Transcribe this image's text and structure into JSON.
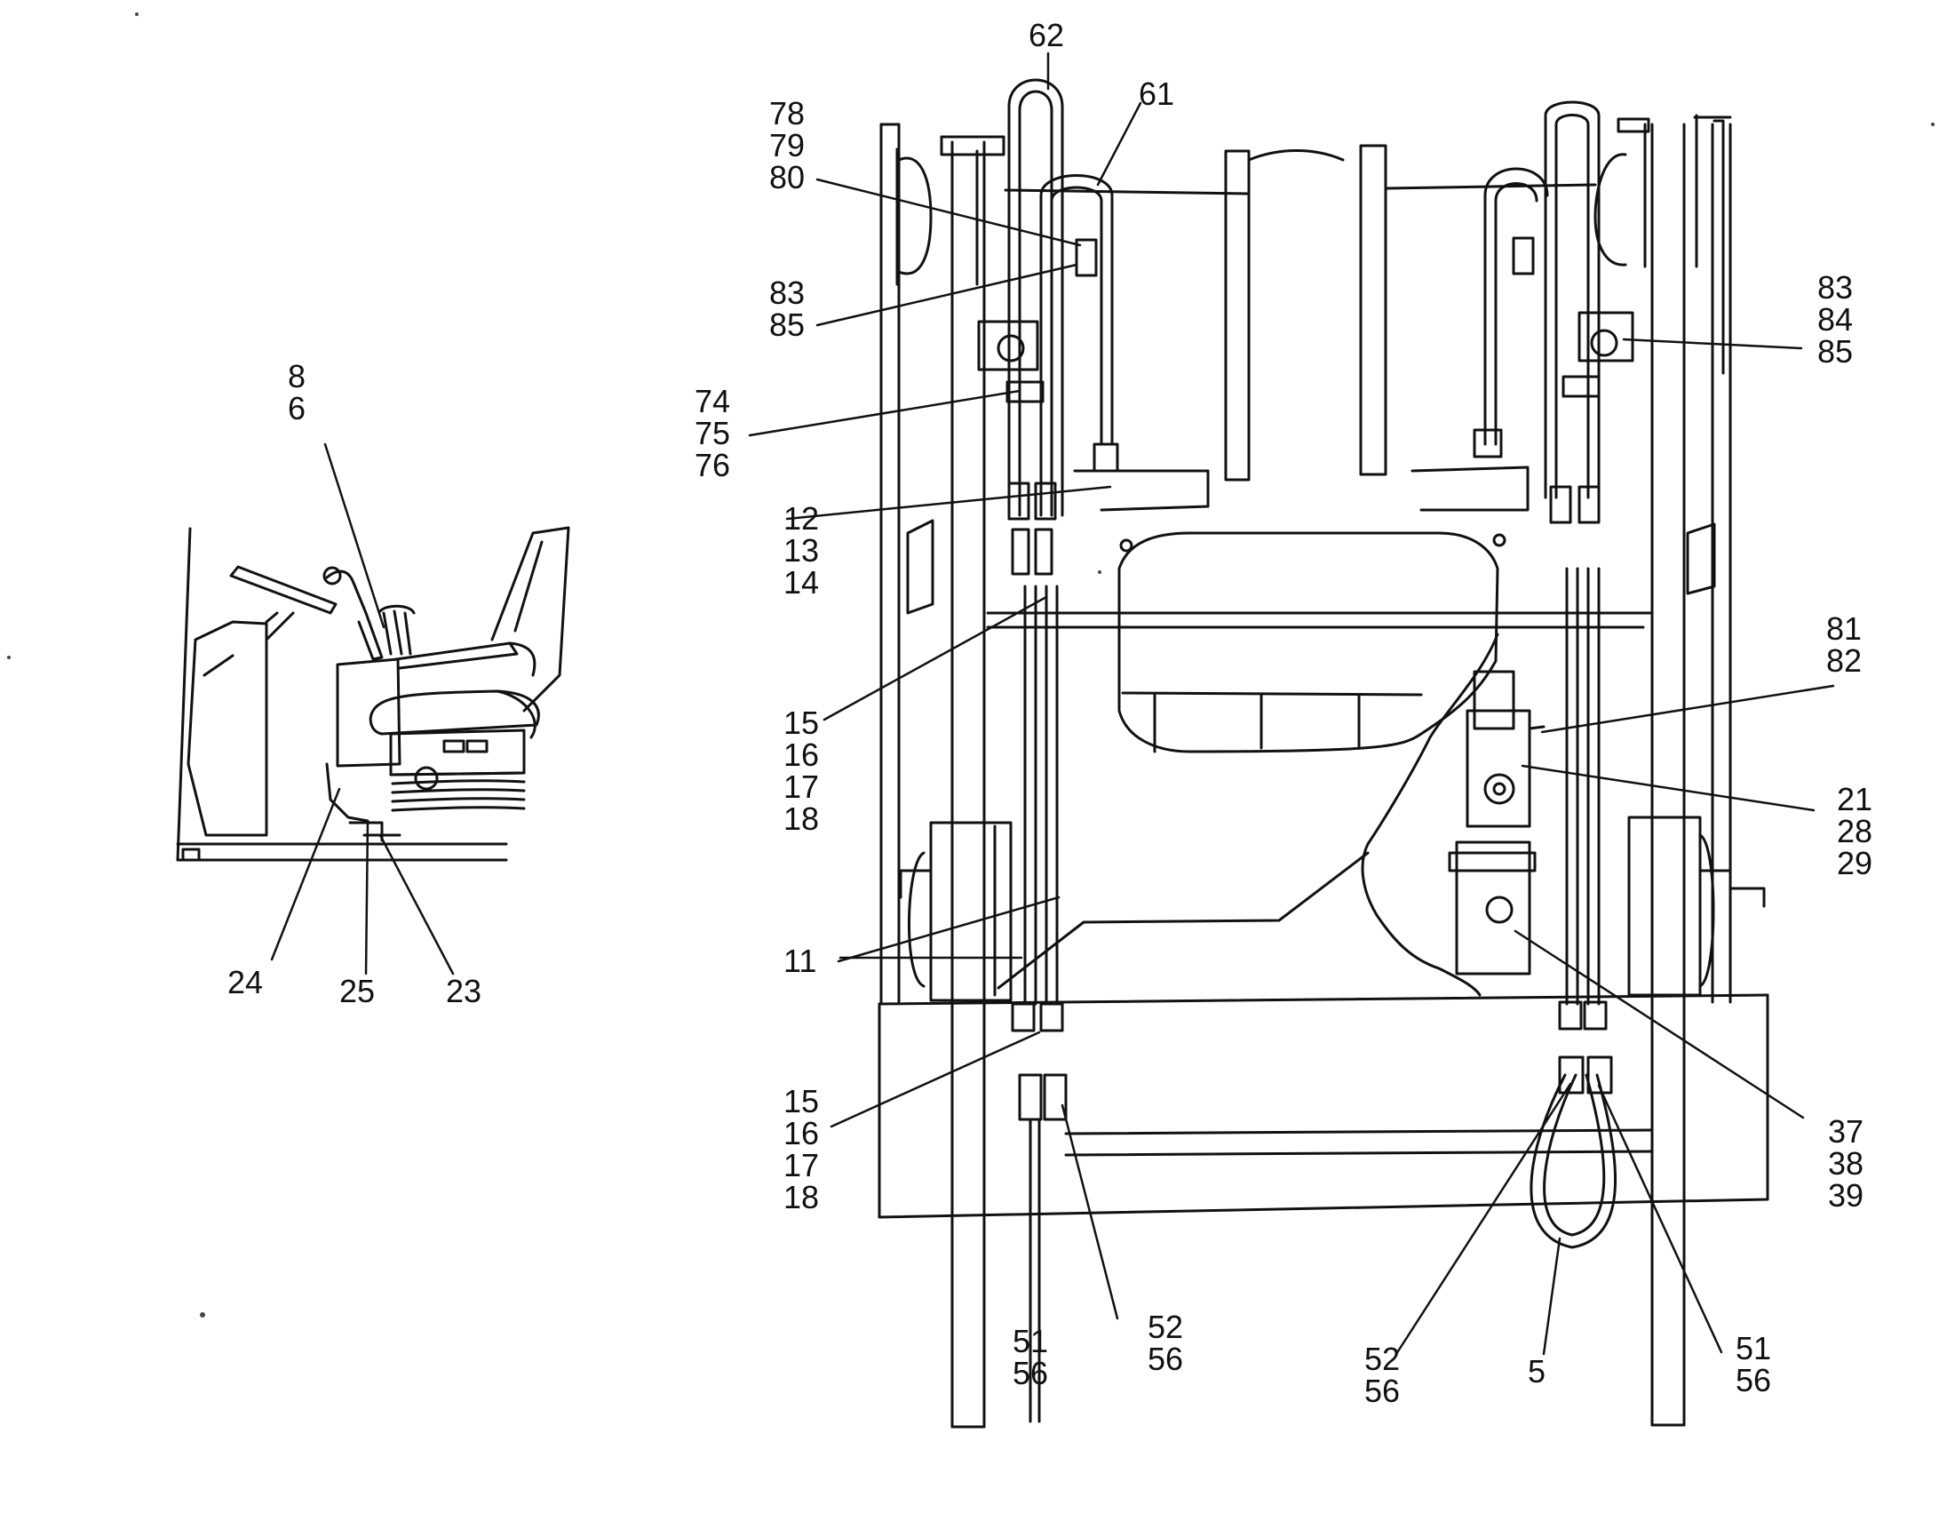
{
  "diagram": {
    "line_color": "#111111",
    "background": "#ffffff"
  },
  "callouts": {
    "c62": [
      "62"
    ],
    "c61": [
      "61"
    ],
    "c78": [
      "78",
      "79",
      "80"
    ],
    "c83L": [
      "83",
      "85"
    ],
    "c74": [
      "74",
      "75",
      "76"
    ],
    "c12": [
      "12",
      "13",
      "14"
    ],
    "c15a": [
      "15",
      "16",
      "17",
      "18"
    ],
    "c11": [
      "11"
    ],
    "c15b": [
      "15",
      "16",
      "17",
      "18"
    ],
    "c51L": [
      "51",
      "56"
    ],
    "c52L": [
      "52",
      "56"
    ],
    "c83R": [
      "83",
      "84",
      "85"
    ],
    "c81": [
      "81",
      "82"
    ],
    "c21": [
      "21",
      "28",
      "29"
    ],
    "c37": [
      "37",
      "38",
      "39"
    ],
    "c52R": [
      "52",
      "56"
    ],
    "c5": [
      "5"
    ],
    "c51R": [
      "51",
      "56"
    ],
    "c8": [
      "8",
      "6"
    ],
    "c24": [
      "24"
    ],
    "c25": [
      "25"
    ],
    "c23": [
      "23"
    ]
  }
}
